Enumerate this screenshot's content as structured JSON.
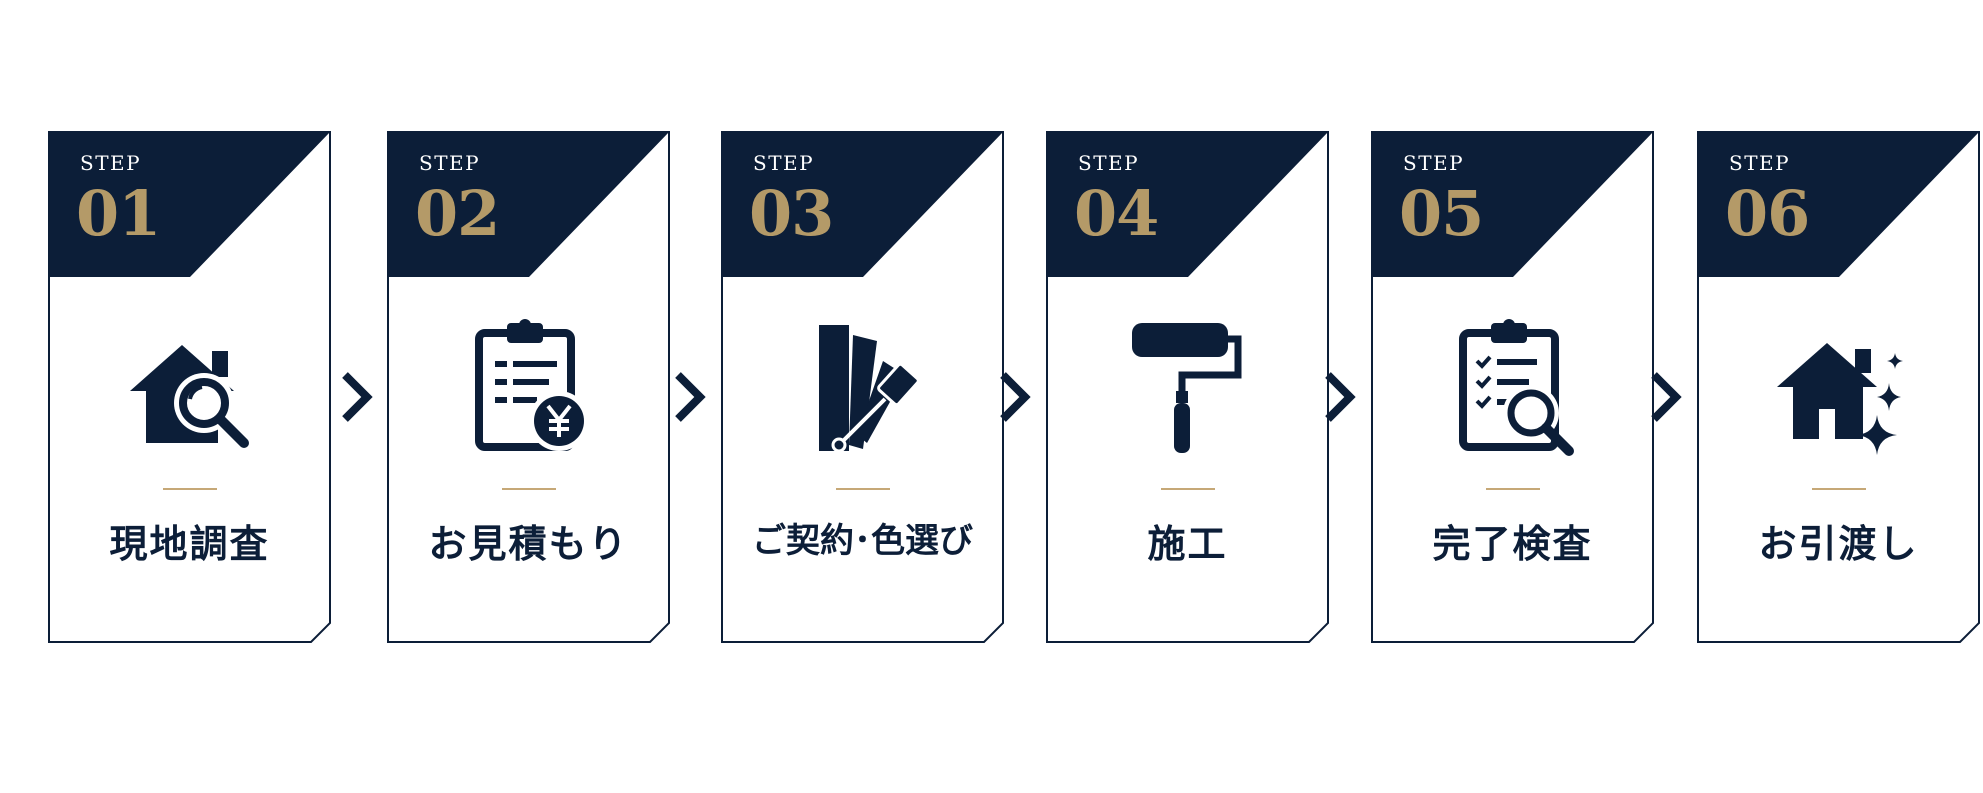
{
  "step_prefix": "STEP",
  "steps": [
    {
      "number": "01",
      "title": "現地調査",
      "icon": "house-magnifier-icon"
    },
    {
      "number": "02",
      "title": "お見積もり",
      "icon": "clipboard-yen-icon"
    },
    {
      "number": "03",
      "title": "ご契約･色選び",
      "icon": "color-swatch-brush-icon"
    },
    {
      "number": "04",
      "title": "施工",
      "icon": "paint-roller-icon"
    },
    {
      "number": "05",
      "title": "完了検査",
      "icon": "checklist-magnifier-icon"
    },
    {
      "number": "06",
      "title": "お引渡し",
      "icon": "house-sparkle-icon"
    }
  ],
  "colors": {
    "navy": "#0c1e38",
    "gold": "#b49a68",
    "rule": "#c6a877"
  }
}
